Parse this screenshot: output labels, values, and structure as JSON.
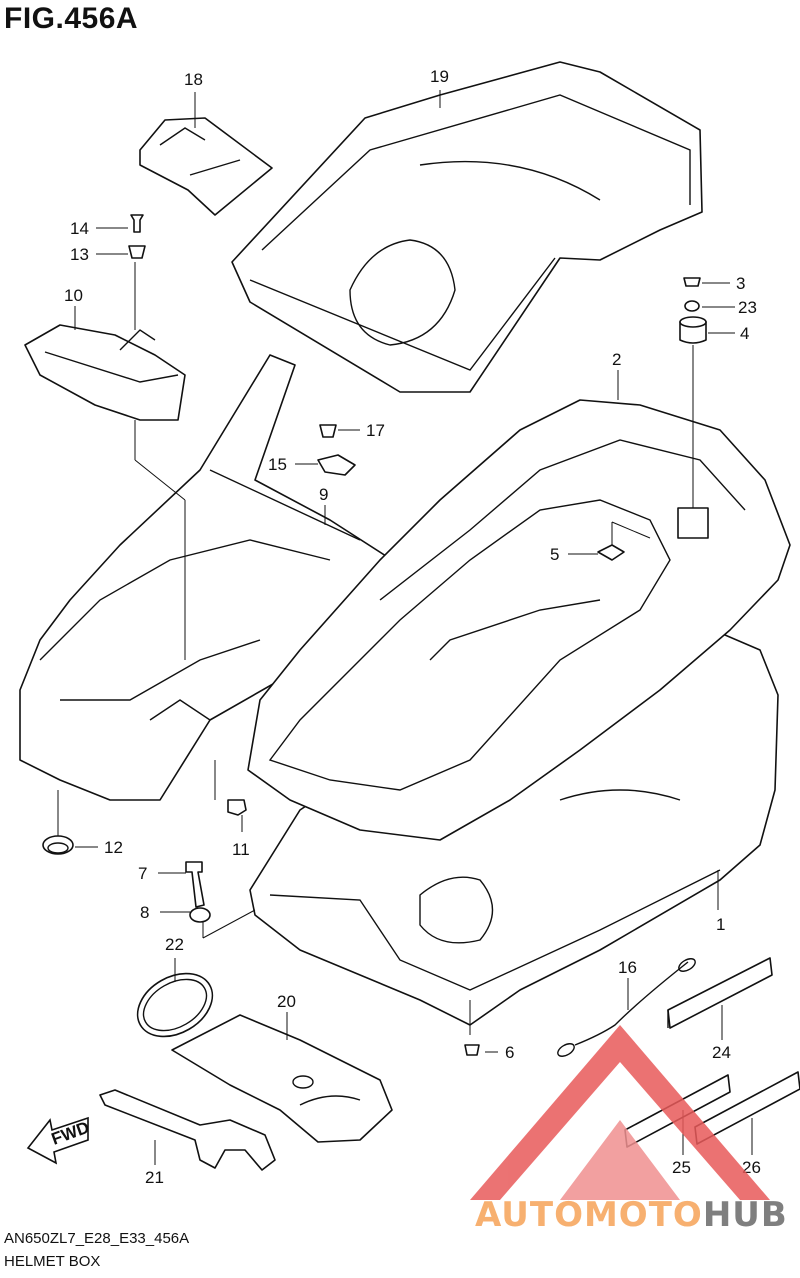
{
  "figure": {
    "title": "FIG.456A",
    "code": "AN650ZL7_E28_E33_456A",
    "name": "HELMET BOX"
  },
  "watermark": {
    "brand_a": "AUTOMOTO",
    "brand_b": "HUB",
    "color_a": "#f7b070",
    "color_b": "#7f7f7f",
    "logo_color": "#e85a5a"
  },
  "fwd_label": "FWD",
  "callouts": [
    {
      "id": "1",
      "label": "1"
    },
    {
      "id": "2",
      "label": "2"
    },
    {
      "id": "3",
      "label": "3"
    },
    {
      "id": "4",
      "label": "4"
    },
    {
      "id": "5",
      "label": "5"
    },
    {
      "id": "6",
      "label": "6"
    },
    {
      "id": "7",
      "label": "7"
    },
    {
      "id": "8",
      "label": "8"
    },
    {
      "id": "9",
      "label": "9"
    },
    {
      "id": "10",
      "label": "10"
    },
    {
      "id": "11",
      "label": "11"
    },
    {
      "id": "12",
      "label": "12"
    },
    {
      "id": "13",
      "label": "13"
    },
    {
      "id": "14",
      "label": "14"
    },
    {
      "id": "15",
      "label": "15"
    },
    {
      "id": "16",
      "label": "16"
    },
    {
      "id": "17",
      "label": "17"
    },
    {
      "id": "18",
      "label": "18"
    },
    {
      "id": "19",
      "label": "19"
    },
    {
      "id": "20",
      "label": "20"
    },
    {
      "id": "21",
      "label": "21"
    },
    {
      "id": "22",
      "label": "22"
    },
    {
      "id": "23",
      "label": "23"
    },
    {
      "id": "24",
      "label": "24"
    },
    {
      "id": "25",
      "label": "25"
    },
    {
      "id": "26",
      "label": "26"
    }
  ]
}
